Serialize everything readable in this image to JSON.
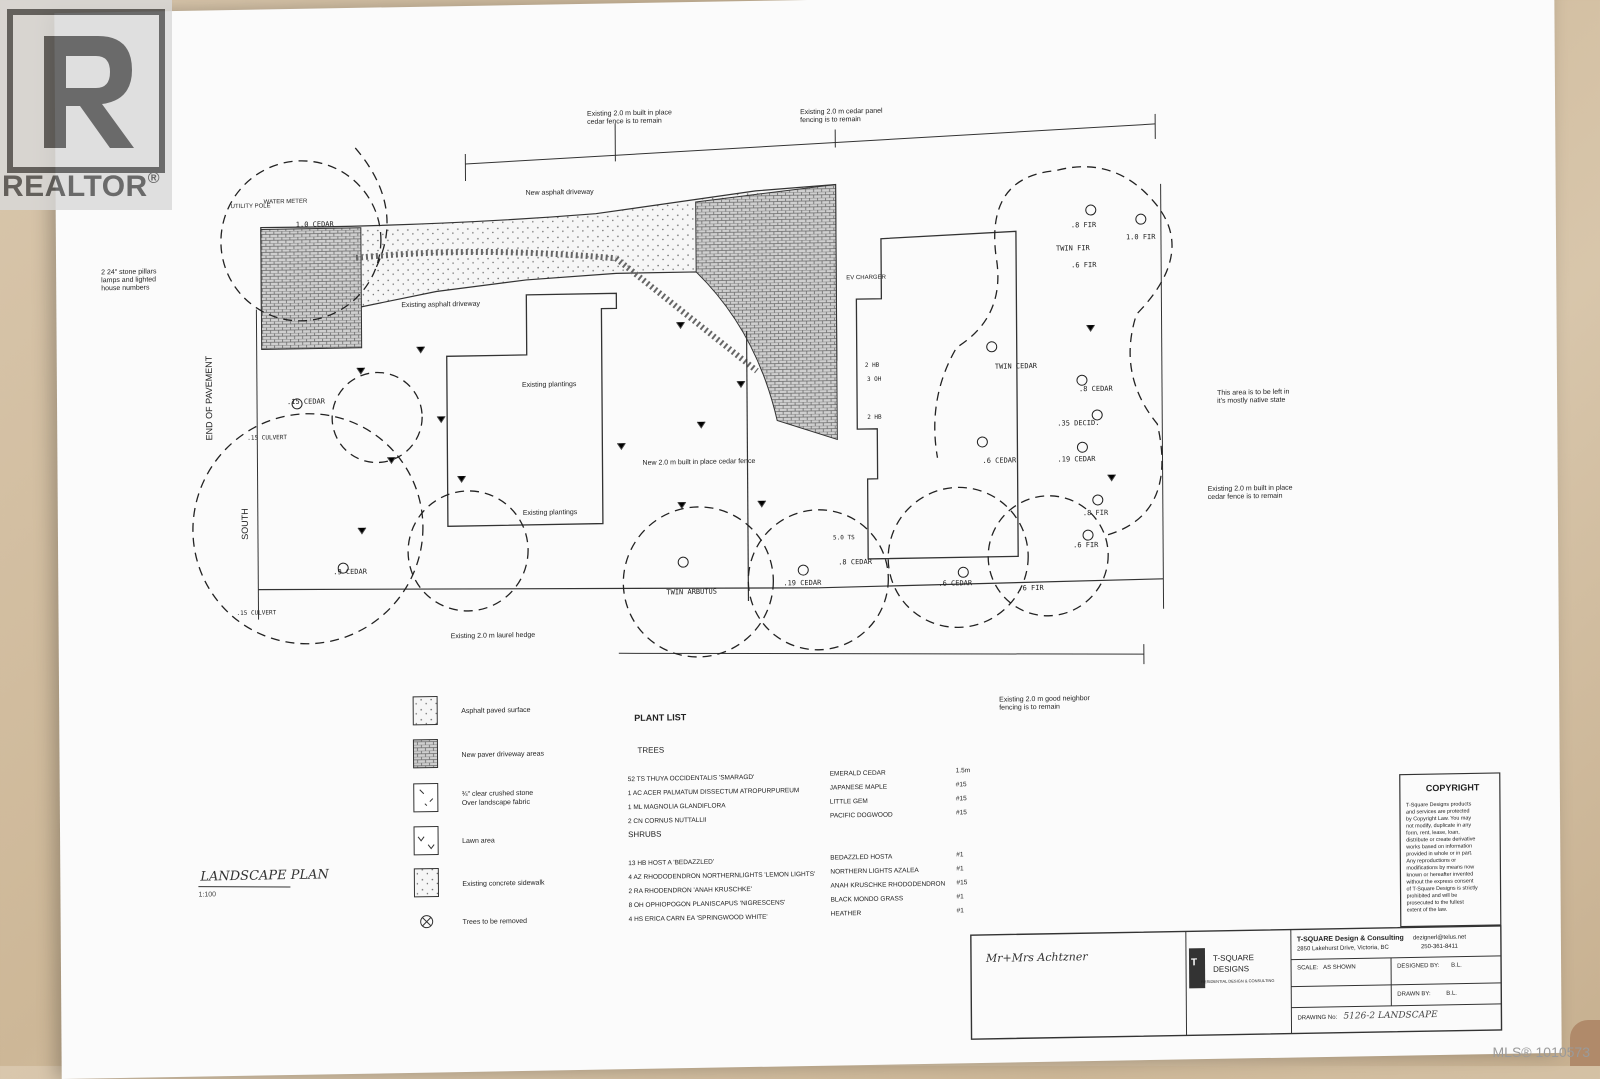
{
  "watermark": {
    "brand": "REALTOR",
    "mark": "®"
  },
  "listing_id": "MLS® 1010573",
  "annotations": {
    "fence_top_left": [
      "Existing 2.0 m built in place",
      "cedar fence is to remain"
    ],
    "fence_top_right": [
      "Existing 2.0 m cedar panel",
      "fencing is to remain"
    ],
    "new_asphalt": "New asphalt driveway",
    "existing_asphalt": "Existing asphalt driveway",
    "existing_plantings_1": "Existing plantings",
    "existing_plantings_2": "Existing plantings",
    "new_fence": "New 2.0 m built in place cedar fence",
    "native_area": [
      "This area is to be left in",
      "it's mostly native state"
    ],
    "fence_right": [
      "Existing 2.0 m built in place",
      "cedar fence is to remain"
    ],
    "laurel_hedge": "Existing 2.0 m laurel hedge",
    "neighbor_fence": [
      "Existing 2.0 m good neighbor",
      "fencing is to remain"
    ],
    "stone_pillars": [
      "2 24\" stone pillars",
      "lamps and lighted",
      "house numbers"
    ],
    "water_meter": "WATER METER",
    "utility": "UTILITY POLE",
    "ev": "EV CHARGER",
    "road": "END OF PAVEMENT",
    "south": "SOUTH"
  },
  "tree_labels": [
    "1.0 CEDAR",
    ".15 CEDAR",
    ".15 CULVERT",
    ".9 CEDAR",
    ".15 CULVERT",
    "TWIN ARBUTUS",
    ".19 CEDAR",
    ".8 CEDAR",
    ".6 CEDAR",
    "TWIN CEDAR",
    ".6 CEDAR",
    ".8 CEDAR",
    ".35 DECID.",
    ".19 CEDAR",
    ".8 FIR",
    ".6 FIR",
    ".6 FIR",
    ".8 FIR",
    "TWIN FIR",
    ".6 FIR",
    "1.0 FIR",
    "5.0 TS",
    "2 HB",
    "3 OH",
    "2 HB"
  ],
  "legend": [
    {
      "label": "Asphalt paved surface"
    },
    {
      "label": "New paver driveway areas"
    },
    {
      "label": "¾\" clear crushed stone",
      "label2": "Over landscape fabric"
    },
    {
      "label": "Lawn area"
    },
    {
      "label": "Existing concrete sidewalk"
    },
    {
      "label": "Trees to be removed"
    }
  ],
  "plant_list": {
    "title": "PLANT LIST",
    "trees_heading": "TREES",
    "trees": [
      {
        "code": "52 TS THUYA OCCIDENTALIS 'SMARAGD'",
        "common": "EMERALD CEDAR",
        "size": "1.5m"
      },
      {
        "code": "1  AC  ACER PALMATUM DISSECTUM ATROPURPUREUM",
        "common": "JAPANESE MAPLE",
        "size": "#15"
      },
      {
        "code": "1  ML  MAGNOLIA GLANDIFLORA",
        "common": "LITTLE GEM",
        "size": "#15"
      },
      {
        "code": "2  CN  CORNUS NUTTALLII",
        "common": "PACIFIC DOGWOOD",
        "size": "#15"
      }
    ],
    "shrubs_heading": "SHRUBS",
    "shrubs": [
      {
        "code": "13 HB HOST A 'BEDAZZLED'",
        "common": "BEDAZZLED HOSTA",
        "size": "#1"
      },
      {
        "code": "4 AZ RHODODENDRON NORTHERNLIGHTS 'LEMON LIGHTS'",
        "common": "NORTHERN LIGHTS AZALEA",
        "size": "#1"
      },
      {
        "code": "2 RA RHODENDRON 'ANAH KRUSCHKE'",
        "common": "ANAH KRUSCHKE RHODODENDRON",
        "size": "#15"
      },
      {
        "code": "8 OH OPHIOPOGON PLANISCAPUS 'NIGRESCENS'",
        "common": "BLACK MONDO GRASS",
        "size": "#1"
      },
      {
        "code": "4 HS ERICA CARN EA 'SPRINGWOOD WHITE'",
        "common": "HEATHER",
        "size": "#1"
      }
    ]
  },
  "sheet_title": "LANDSCAPE PLAN",
  "sheet_scale_note": "1:100",
  "copyright": {
    "title": "COPYRIGHT",
    "lines": [
      "T-Square Designs products",
      "and services are protected",
      "by Copyright Law. You may",
      "not modify, duplicate in any",
      "form, rent, lease, loan,",
      "distribute or create derivative",
      "works based on information",
      "provided in whole or in part.",
      "Any reproductions or",
      "modifications by means now",
      "known or hereafter invented",
      "without the express consent",
      "of T-Square Designs is strictly",
      "prohibited and will be",
      "prosecuted to the fullest",
      "extent of the law."
    ]
  },
  "title_block": {
    "client": "Mr+Mrs Achtzner",
    "company": "T-SQUARE Design & Consulting",
    "address": "2850 Lakehurst Drive, Victoria, BC",
    "email": "dezignerl@telus.net",
    "phone": "250-361-8411",
    "logo_text": "T-SQUARE",
    "logo_text2": "DESIGNS",
    "logo_sub": "RESIDENTIAL DESIGN & CONSULTING",
    "scale_label": "SCALE:",
    "scale_value": "AS SHOWN",
    "designed_label": "DESIGNED BY:",
    "designed_value": "B.L.",
    "drawn_label": "DRAWN BY:",
    "drawn_value": "B.L.",
    "drawing_label": "DRAWING No:",
    "drawing_value": "5126-2 LANDSCAPE"
  }
}
